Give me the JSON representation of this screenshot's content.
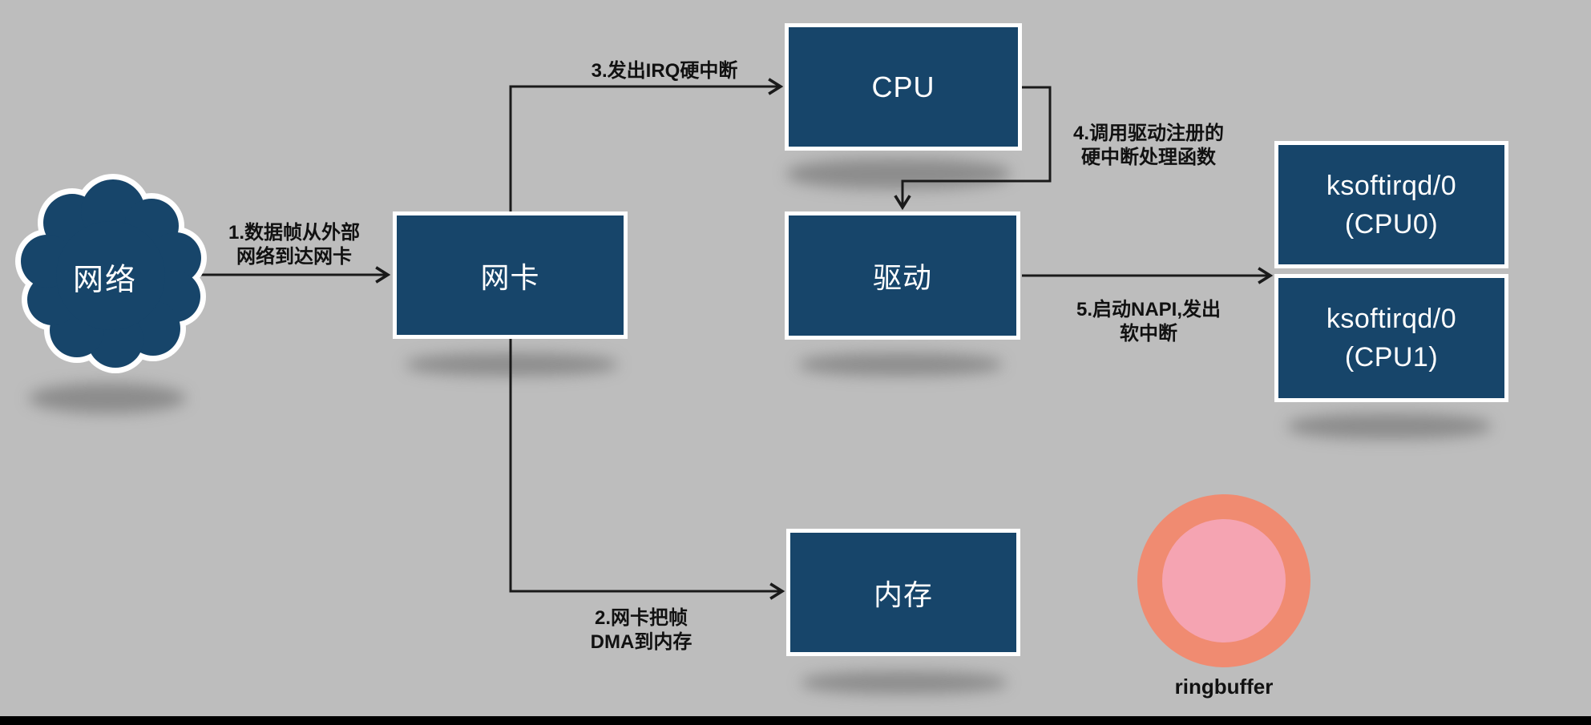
{
  "diagram_title": "linux-network-receive-flow",
  "colors": {
    "canvas_bg": "#bdbdbd",
    "node_fill": "#17456a",
    "node_border": "#ffffff",
    "node_text": "#ffffff",
    "line": "#1a1a1a",
    "label_text": "#111111",
    "ring_outer": "#f08b71",
    "ring_inner": "#f5a4b2",
    "footer": "#000000"
  },
  "nodes": {
    "network": {
      "label": "网络"
    },
    "nic": {
      "label": "网卡"
    },
    "cpu": {
      "label": "CPU"
    },
    "driver": {
      "label": "驱动"
    },
    "memory": {
      "label": "内存"
    },
    "ksoftirqd0": {
      "line1": "ksoftirqd/0",
      "line2": "(CPU0)"
    },
    "ksoftirqd1": {
      "line1": "ksoftirqd/0",
      "line2": "(CPU1)"
    },
    "ringbuffer": {
      "label": "ringbuffer"
    }
  },
  "steps": {
    "step1": {
      "line1": "1.数据帧从外部",
      "line2": "网络到达网卡"
    },
    "step2": {
      "line1": "2.网卡把帧",
      "line2": "DMA到内存"
    },
    "step3": {
      "line1": "3.发出IRQ硬中断"
    },
    "step4": {
      "line1": "4.调用驱动注册的",
      "line2": "硬中断处理函数"
    },
    "step5": {
      "line1": "5.启动NAPI,发出",
      "line2": "软中断"
    }
  }
}
